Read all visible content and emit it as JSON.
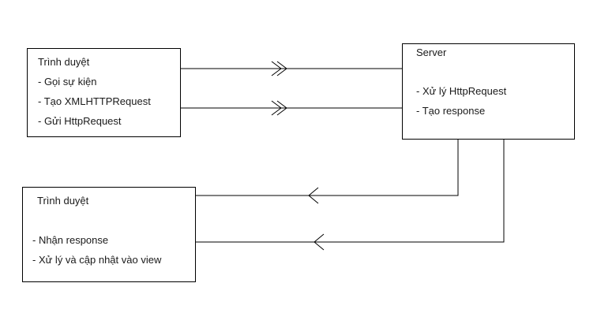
{
  "colors": {
    "stroke": "#000000",
    "text": "#1a1a1a",
    "background": "#ffffff"
  },
  "browser_send": {
    "title": "Trình duyệt",
    "items": [
      "- Gọi sự kiện",
      "- Tạo XMLHTTPRequest",
      "- Gửi HttpRequest"
    ]
  },
  "server": {
    "title": "Server",
    "items": [
      "- Xử lý HttpRequest",
      "- Tạo response"
    ]
  },
  "browser_receive": {
    "title": "Trình duyệt",
    "items": [
      "- Nhận response",
      "- Xử lý và cập nhật vào view"
    ]
  }
}
